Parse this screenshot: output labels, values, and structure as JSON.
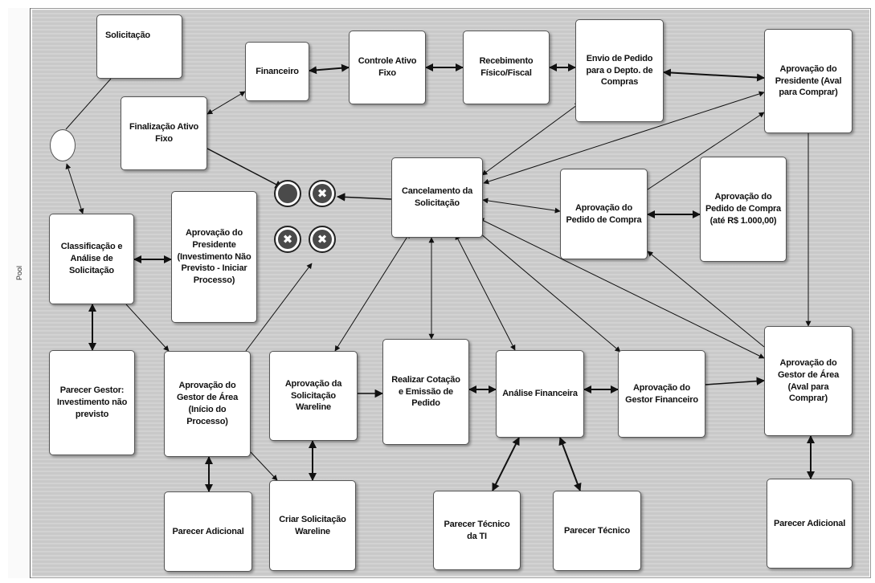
{
  "pool": {
    "label": "Pool"
  },
  "nodes": {
    "solicitacao": "Solicitação",
    "financeiro": "Financeiro",
    "controle_ativo": "Controle Ativo Fixo",
    "recebimento": "Recebimento Físico/Fiscal",
    "envio_pedido": "Envio de Pedido para o Depto. de Compras",
    "aprov_presidente_aval": "Aprovação do Presidente (Aval para Comprar)",
    "finalizacao_ativo": "Finalização Ativo Fixo",
    "cancelamento": "Cancelamento da Solicitação",
    "aprov_pedido_compra": "Aprovação do Pedido de Compra",
    "aprov_pedido_ate": "Aprovação do Pedido de Compra (até R$ 1.000,00)",
    "classificacao": "Classificação e Análise de Solicitação",
    "aprov_presidente_invest": "Aprovação do Presidente (Investimento Não Previsto - Iniciar Processo)",
    "parecer_gestor": "Parecer Gestor: Investimento não previsto",
    "aprov_gestor_inicio": "Aprovação do Gestor de Área (Início do Processo)",
    "aprov_wareline": "Aprovação da Solicitação Wareline",
    "realizar_cotacao": "Realizar Cotação e Emissão de Pedido",
    "analise_financeira": "Análise Financeira",
    "aprov_gestor_financeiro": "Aprovação do Gestor Financeiro",
    "aprov_gestor_aval": "Aprovação do Gestor de Área (Aval para Comprar)",
    "parecer_adicional_1": "Parecer Adicional",
    "criar_wareline": "Criar Solicitação Wareline",
    "parecer_tecnico_ti": "Parecer Técnico da TI",
    "parecer_tecnico": "Parecer Técnico",
    "parecer_adicional_2": "Parecer Adicional"
  },
  "end_events": {
    "terminate": "",
    "cancel_1": "✖",
    "cancel_2": "✖",
    "cancel_3": "✖"
  }
}
